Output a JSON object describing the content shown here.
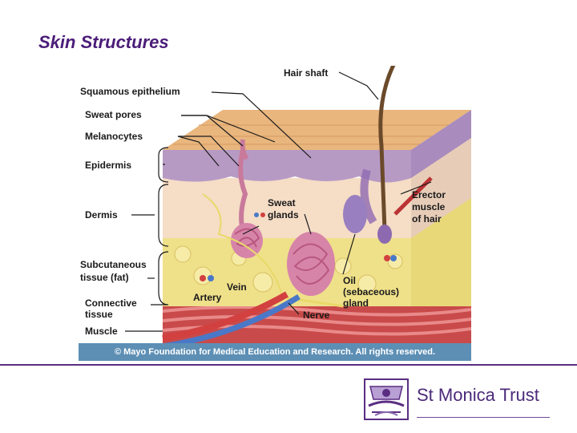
{
  "slide": {
    "title": "Skin Structures"
  },
  "figure": {
    "labels": {
      "hair_shaft": "Hair shaft",
      "squamous_epithelium": "Squamous epithelium",
      "sweat_pores": "Sweat pores",
      "melanocytes": "Melanocytes",
      "epidermis": "Epidermis",
      "dermis": "Dermis",
      "subcutaneous_1": "Subcutaneous",
      "subcutaneous_2": "tissue (fat)",
      "connective_1": "Connective",
      "connective_2": "tissue",
      "muscle": "Muscle",
      "sweat_glands_1": "Sweat",
      "sweat_glands_2": "glands",
      "vein": "Vein",
      "artery": "Artery",
      "nerve": "Nerve",
      "erector_1": "Erector",
      "erector_2": "muscle",
      "erector_3": "of hair",
      "oil_1": "Oil",
      "oil_2": "(sebaceous)",
      "oil_3": "gland"
    },
    "copyright": "© Mayo Foundation for Medical Education and Research.  All rights reserved."
  },
  "footer": {
    "org_name": "St Monica Trust",
    "logo_icon": "st-monica-trust-crest-icon"
  },
  "colors": {
    "title": "#4b1d78",
    "rule": "#5a2d82",
    "copyright_bar": "#5d8fb5"
  }
}
